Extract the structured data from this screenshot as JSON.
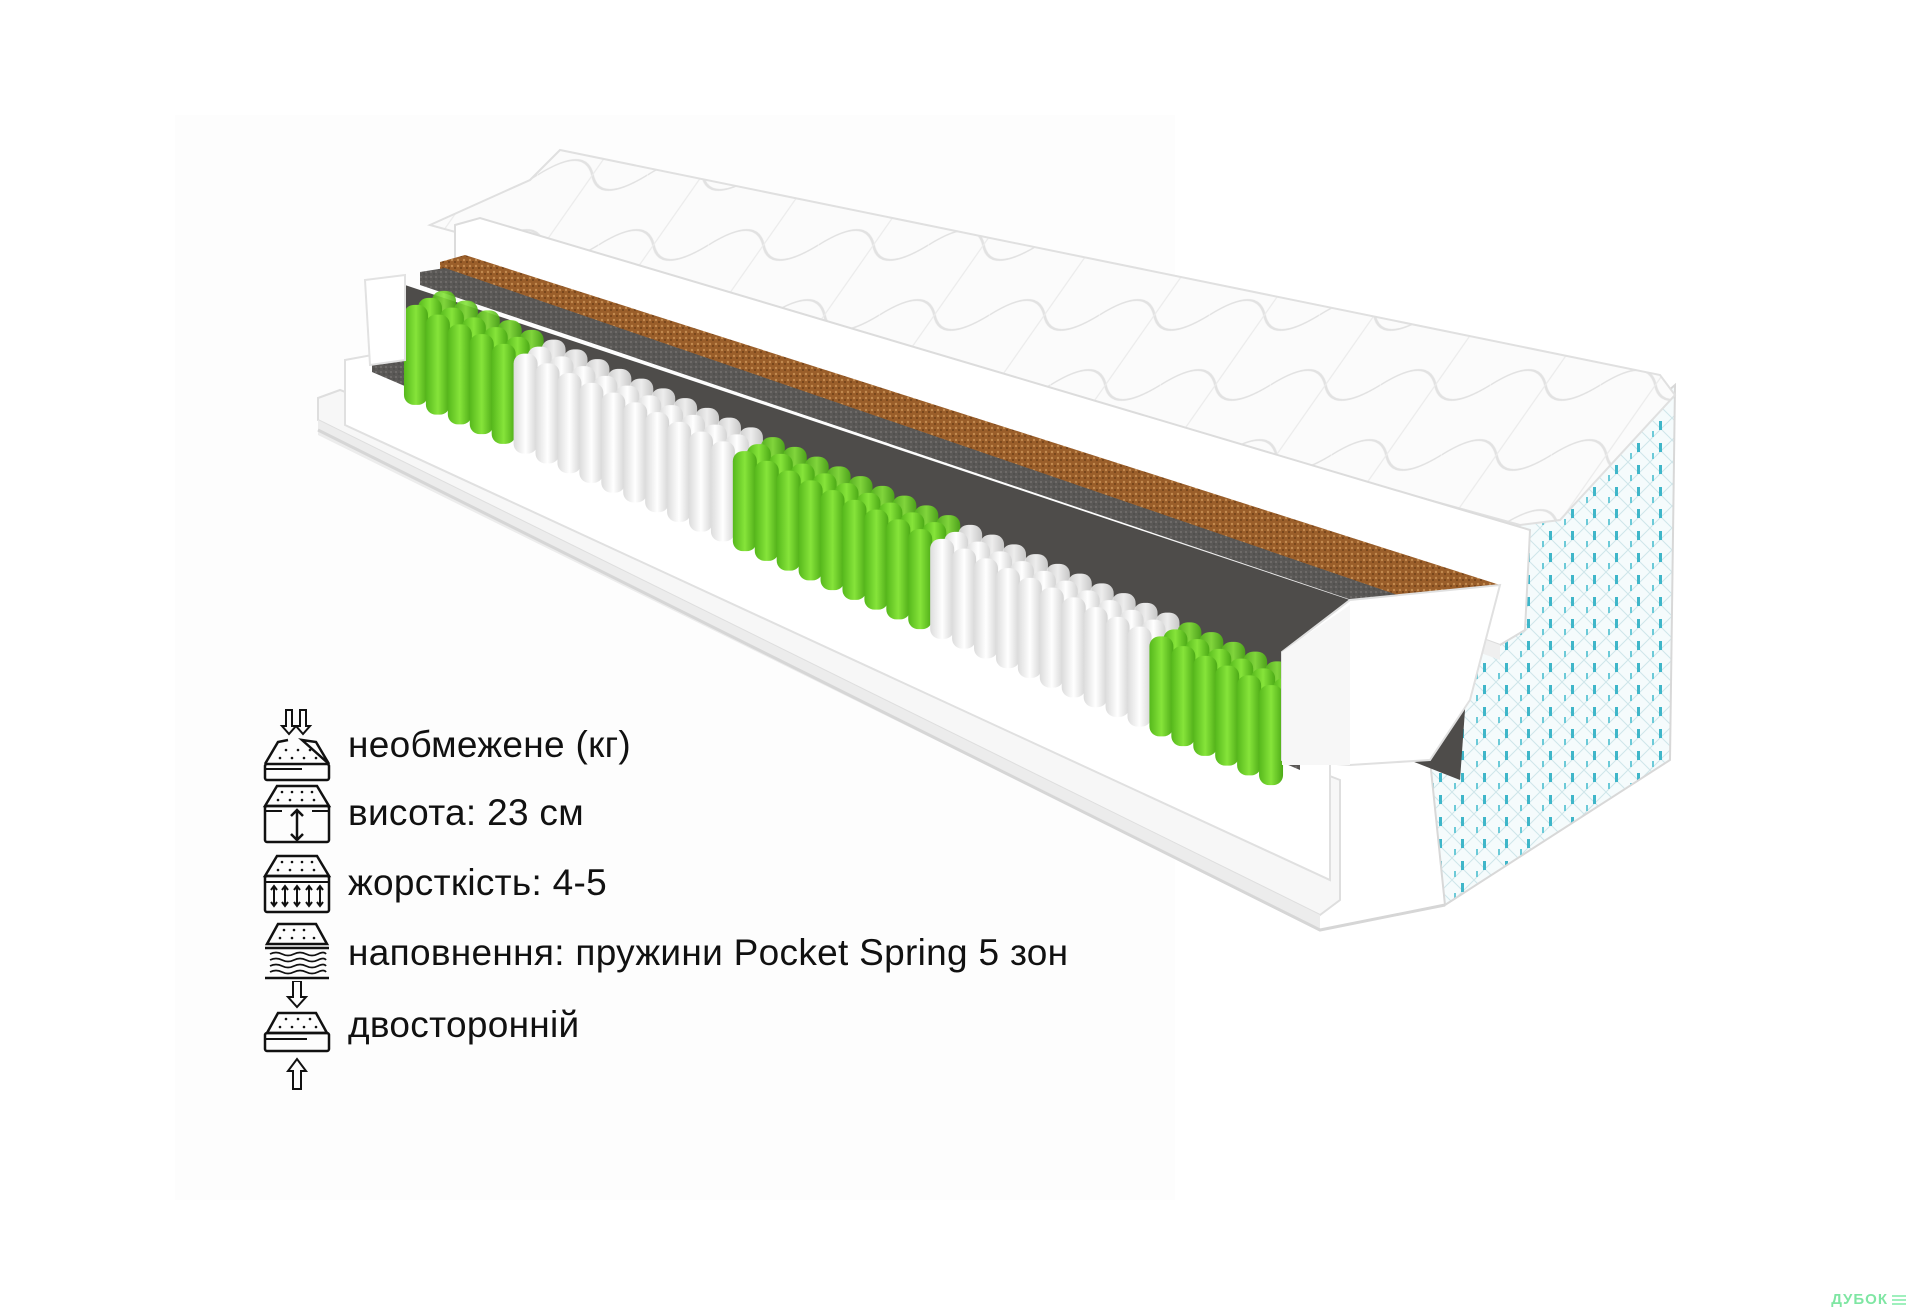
{
  "product_image": {
    "subject": "mattress-cross-section",
    "layers": [
      "quilted-cover",
      "foam",
      "coconut-coir",
      "felt",
      "pocket-spring-block",
      "felt",
      "foam",
      "quilted-cover"
    ],
    "spring_zones": [
      "green",
      "white",
      "green",
      "white",
      "green"
    ],
    "colors": {
      "green_spring": "#6fd42a",
      "white_spring": "#f4f4f4",
      "coir": "#a0652e",
      "felt": "#5b5957",
      "side_mesh": "#3fb6c9",
      "cover": "#fafafa"
    }
  },
  "features": [
    {
      "icon": "weight-load-icon",
      "label": "необмежене (кг)"
    },
    {
      "icon": "height-icon",
      "label": "висота: 23 см"
    },
    {
      "icon": "firmness-icon",
      "label": "жорсткість: 4-5"
    },
    {
      "icon": "spring-filling-icon",
      "label": "наповнення: пружини Pocket Spring 5 зон"
    },
    {
      "icon": "double-sided-icon",
      "label": "двосторонній"
    }
  ],
  "logo": {
    "name": "ДУБОК",
    "color": "#7fe6a3"
  }
}
